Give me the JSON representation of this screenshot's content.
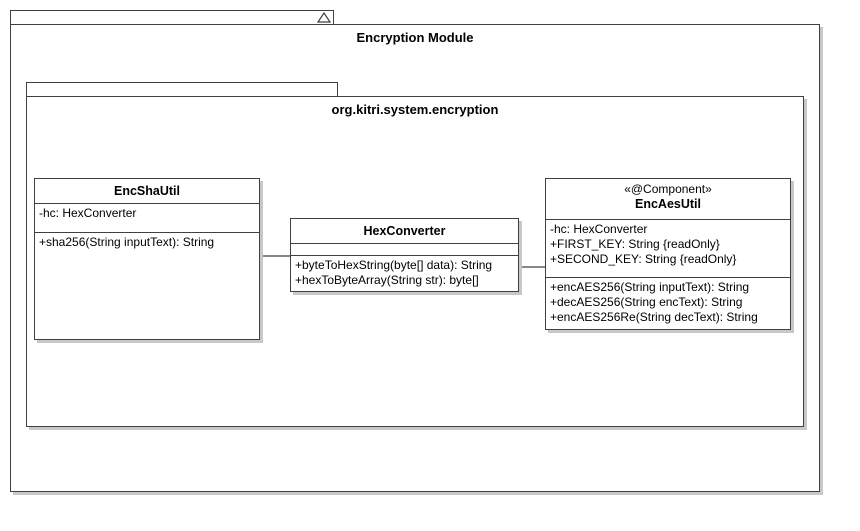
{
  "outer_package": {
    "title": "Encryption Module"
  },
  "inner_package": {
    "title": "org.kitri.system.encryption"
  },
  "classes": {
    "enc_sha_util": {
      "name": "EncShaUtil",
      "attributes": [
        "-hc: HexConverter"
      ],
      "operations": [
        "+sha256(String inputText): String"
      ]
    },
    "hex_converter": {
      "name": "HexConverter",
      "attributes": [],
      "operations": [
        "+byteToHexString(byte[] data): String",
        "+hexToByteArray(String str): byte[]"
      ]
    },
    "enc_aes_util": {
      "stereotype": "«@Component»",
      "name": "EncAesUtil",
      "attributes": [
        "-hc: HexConverter",
        "+FIRST_KEY: String {readOnly}",
        "+SECOND_KEY: String {readOnly}"
      ],
      "operations": [
        "+encAES256(String inputText): String",
        "+decAES256(String encText): String",
        "+encAES256Re(String decText): String"
      ]
    }
  }
}
